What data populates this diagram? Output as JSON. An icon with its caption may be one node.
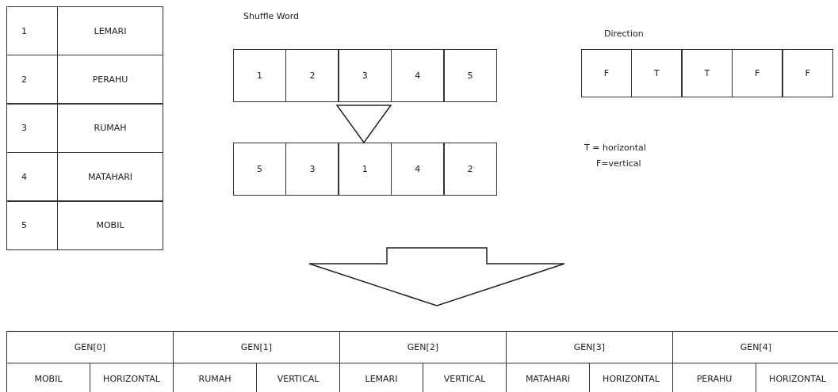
{
  "diagram": {
    "labels": [
      "1",
      "LEMARI",
      "2",
      "PERAHU",
      "3",
      "RUMAH",
      "4",
      "MATAHARI",
      "5",
      "MOBIL",
      "Shuffle Word",
      "1",
      "2",
      "3",
      "4",
      "5",
      "5",
      "3",
      "1",
      "4",
      "2",
      "Direction",
      "F",
      "T",
      "T",
      "F",
      "F",
      "T = horizontal",
      "F=vertical",
      "GEN[0]",
      "GEN[1]",
      "GEN[2]",
      "GEN[3]",
      "GEN[4]",
      "MOBIL",
      "HORIZONTAL",
      "RUMAH",
      "VERTICAL",
      "LEMARI",
      "VERTICAL",
      "MATAHARI",
      "HORIZONTAL",
      "PERAHU",
      "HORIZONTAL"
    ]
  }
}
